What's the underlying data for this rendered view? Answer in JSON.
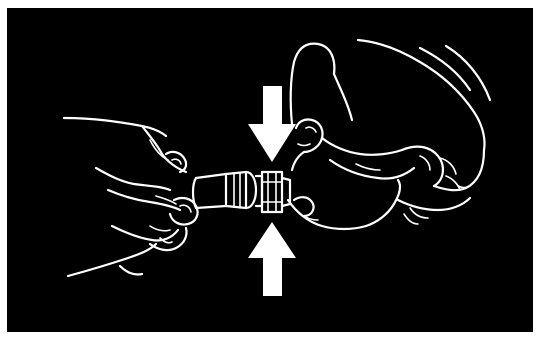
{
  "figure": {
    "background_color": "#000000",
    "line_color": "#ffffff",
    "frame_color": "#ffffff",
    "icons": [
      "down-arrow-icon",
      "up-arrow-icon"
    ],
    "depicts": [
      "left-hand",
      "right-hand",
      "quick-connector",
      "tube-fitting"
    ]
  }
}
